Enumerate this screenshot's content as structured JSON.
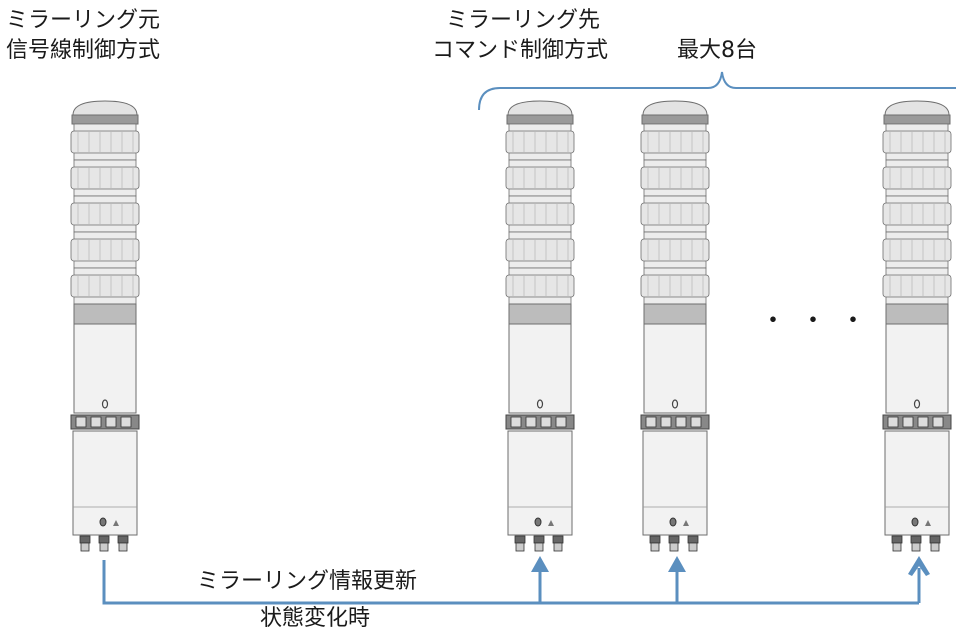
{
  "labels": {
    "source_line1": "ミラーリング元",
    "source_line2": "信号線制御方式",
    "target_line1": "ミラーリング先",
    "target_line2": "コマンド制御方式",
    "max_units": "最大8台",
    "update": "ミラーリング情報更新",
    "trigger": "状態変化時",
    "ellipsis": "・・・"
  },
  "colors": {
    "connector": "#5b8fbf",
    "tower_body": "#f2f2f2",
    "tower_outline": "#6e6e6e",
    "tower_dark": "#b5b5b5"
  },
  "towers": [
    {
      "role": "source"
    },
    {
      "role": "target"
    },
    {
      "role": "target"
    },
    {
      "role": "target"
    }
  ]
}
